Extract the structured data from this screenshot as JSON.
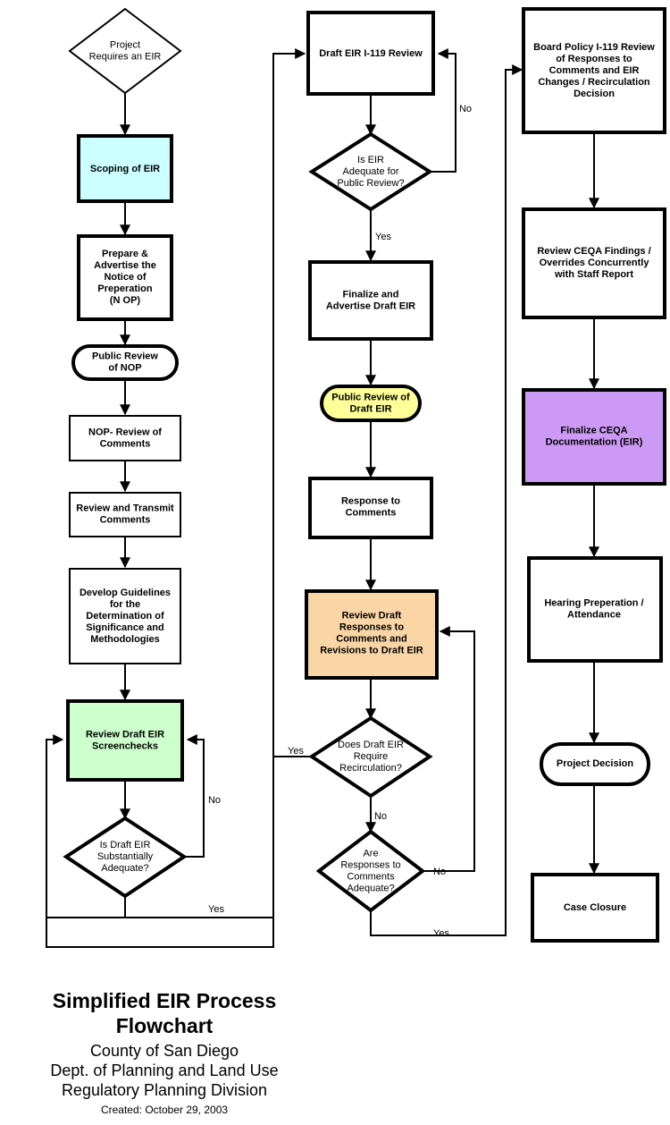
{
  "document": {
    "title_line1": "Simplified EIR Process",
    "title_line2": "Flowchart",
    "sub_line1": "County of San Diego",
    "sub_line2": "Dept. of Planning and Land Use",
    "sub_line3": "Regulatory Planning Division",
    "created": "Created:  October 29, 2003"
  },
  "colors": {
    "stroke": "#000000",
    "white": "#ffffff",
    "cyan": "#ccffff",
    "green": "#ccffcc",
    "yellow": "#ffff99",
    "orange": "#fad5a5",
    "purple": "#cc99f5"
  },
  "column1": {
    "n1": {
      "label": "Project\nRequires an EIR",
      "shape": "diamond",
      "fill": "#ffffff",
      "bold": false
    },
    "n2": {
      "label": "Scoping of EIR",
      "shape": "rect",
      "fill": "#ccffff",
      "bold": true
    },
    "n3": {
      "label": "Prepare &\nAdvertise the\nNotice of\nPreperation\n(N OP)",
      "shape": "rect",
      "fill": "#ffffff",
      "bold": true
    },
    "n4": {
      "label": "Public Review\nof NOP",
      "shape": "stadium",
      "fill": "#ffffff",
      "bold": true
    },
    "n5": {
      "label": "NOP- Review of\nComments",
      "shape": "rect",
      "fill": "#ffffff",
      "bold": true
    },
    "n6": {
      "label": "Review and Transmit\nComments",
      "shape": "rect",
      "fill": "#ffffff",
      "bold": true
    },
    "n7": {
      "label": "Develop Guidelines\nfor the\nDetermination of\nSignificance and\nMethodologies",
      "shape": "rect",
      "fill": "#ffffff",
      "bold": true
    },
    "n8": {
      "label": "Review Draft EIR\nScreenchecks",
      "shape": "rect",
      "fill": "#ccffcc",
      "bold": true
    },
    "n9": {
      "label": "Is Draft EIR\nSubstantially\nAdequate?",
      "shape": "diamond",
      "fill": "#ffffff",
      "bold": false
    }
  },
  "column2": {
    "m1": {
      "label": "Draft EIR I-119 Review",
      "shape": "rect",
      "fill": "#ffffff",
      "bold": true
    },
    "m2": {
      "label": "Is EIR\nAdequate for\nPublic Review?",
      "shape": "diamond",
      "fill": "#ffffff",
      "bold": false
    },
    "m3": {
      "label": "Finalize and\nAdvertise  Draft EIR",
      "shape": "rect",
      "fill": "#ffffff",
      "bold": true
    },
    "m4": {
      "label": "Public Review of\nDraft EIR",
      "shape": "stadium",
      "fill": "#ffff99",
      "bold": true
    },
    "m5": {
      "label": "Response to\nComments",
      "shape": "rect",
      "fill": "#ffffff",
      "bold": true
    },
    "m6": {
      "label": "Review Draft\nResponses to\nComments and\nRevisions to Draft EIR",
      "shape": "rect",
      "fill": "#fad5a5",
      "bold": true
    },
    "m7": {
      "label": "Does Draft EIR\nRequire\nRecirculation?",
      "shape": "diamond",
      "fill": "#ffffff",
      "bold": false
    },
    "m8": {
      "label": "Are\nResponses to\nComments\nAdequate?",
      "shape": "diamond",
      "fill": "#ffffff",
      "bold": false
    }
  },
  "column3": {
    "r1": {
      "label": "Board Policy I-119 Review\nof Responses to\nComments and EIR\nChanges / Recirculation\nDecision",
      "shape": "rect",
      "fill": "#ffffff",
      "bold": true
    },
    "r2": {
      "label": "Review CEQA Findings /\nOverrides  Concurrently\nwith Staff Report",
      "shape": "rect",
      "fill": "#ffffff",
      "bold": true
    },
    "r3": {
      "label": "Finalize CEQA\nDocumentation (EIR)",
      "shape": "rect",
      "fill": "#cc99f5",
      "bold": true
    },
    "r4": {
      "label": "Hearing Preperation /\nAttendance",
      "shape": "rect",
      "fill": "#ffffff",
      "bold": true
    },
    "r5": {
      "label": "Project Decision",
      "shape": "stadium",
      "fill": "#ffffff",
      "bold": true
    },
    "r6": {
      "label": "Case Closure",
      "shape": "rect",
      "fill": "#ffffff",
      "bold": true
    }
  },
  "edge_labels": {
    "e_m2_no": "No",
    "e_m2_yes": "Yes",
    "e_n9_no": "No",
    "e_n9_yes": "Yes",
    "e_m7_yes": "Yes",
    "e_m7_no": "No",
    "e_m8_no": "No",
    "e_m8_yes": "Yes"
  }
}
